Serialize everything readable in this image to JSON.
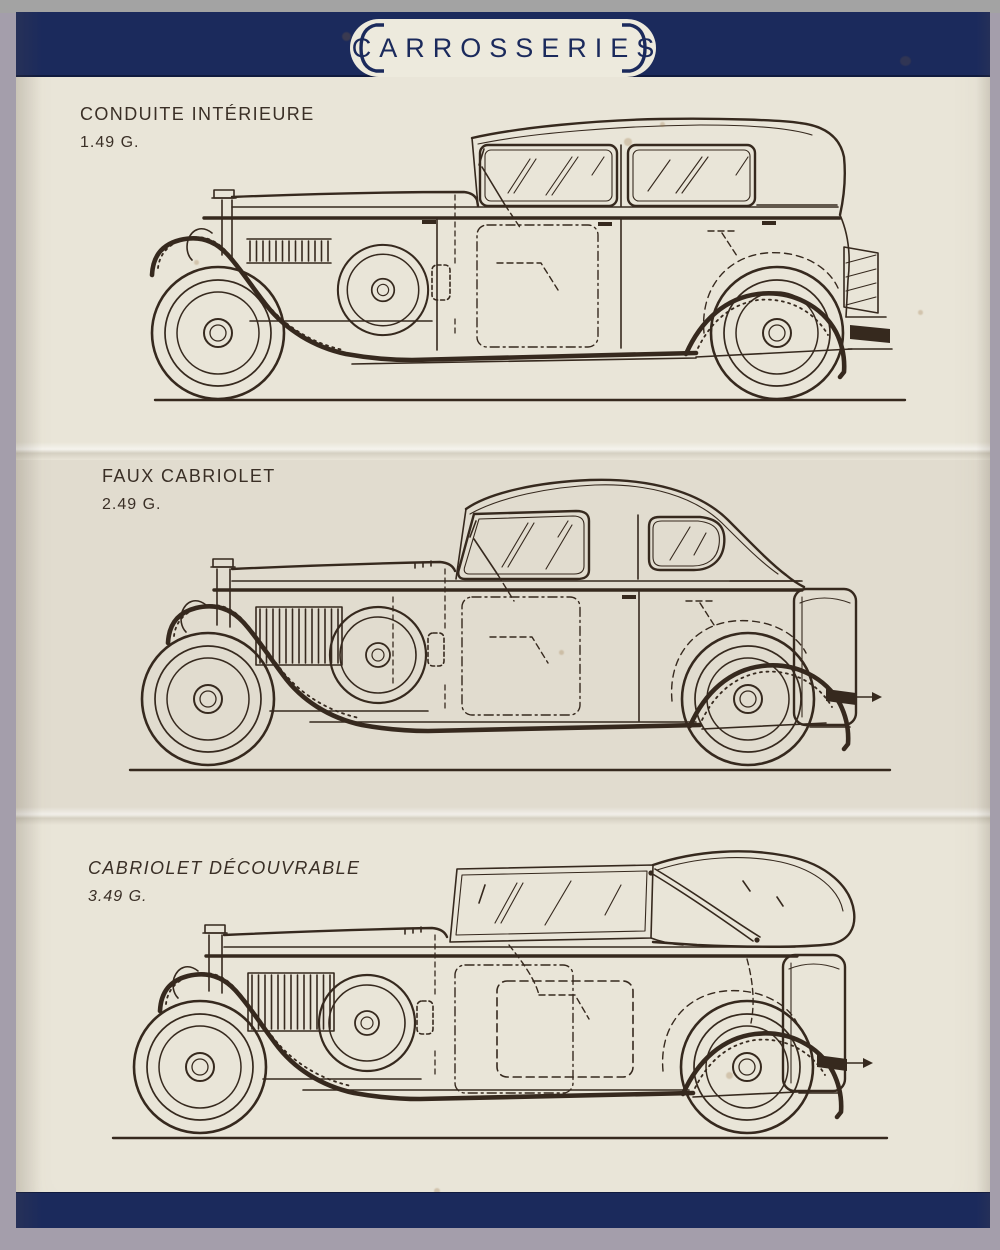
{
  "header": {
    "title": "CARROSSERIES"
  },
  "panels": [
    {
      "name": "conduite-interieure",
      "label": "CONDUITE INTÉRIEURE",
      "code": "1.49 G."
    },
    {
      "name": "faux-cabriolet",
      "label": "FAUX CABRIOLET",
      "code": "2.49 G."
    },
    {
      "name": "cabriolet-decouvrable",
      "label": "CABRIOLET DÉCOUVRABLE",
      "code": "3.49 G."
    }
  ],
  "colors": {
    "band_navy": "#1b2a5c",
    "paper_cream": "#e9e5d8",
    "ink_sepia": "#36291e",
    "photo_background": "#a49eab",
    "top_strip_gray": "#a3a3a3"
  }
}
